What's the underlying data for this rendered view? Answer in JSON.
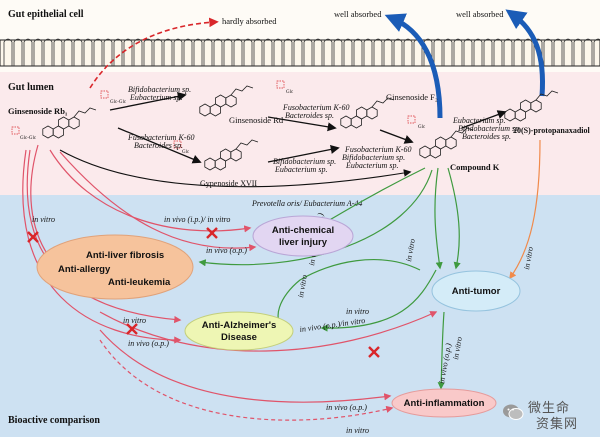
{
  "regions": {
    "epithelium": "Gut epithelial cell",
    "lumen": "Gut lumen",
    "bioactive": "Bioactive comparison"
  },
  "absorption": {
    "hardly": "hardly absorbed",
    "well_1": "well absorbed",
    "well_2": "well absorbed"
  },
  "compounds": {
    "rb1": "Ginsenoside Rb₁",
    "rd": "Ginsenoside Rd",
    "f2": "Ginsenoside F₂",
    "gxvii": "Gypenoside XVII",
    "ck": "Compound K",
    "ppd": "20(S)-protopanaxadiol"
  },
  "sugar_labels": {
    "glc": "Glc",
    "glc_glc": "Glc-Glc"
  },
  "bacteria_labels": {
    "rb1_rd": [
      "Bifidobacterium sp.",
      "Eubacterium sp."
    ],
    "rb1_gxvii": [
      "Fusobacterium K-60",
      "Bacteroides sp."
    ],
    "rd_f2": [
      "Fusobacterium K-60",
      "Bacteroides sp."
    ],
    "gxvii_ck": [
      "Bifidobacterium sp.",
      "Eubacterium sp."
    ],
    "f2_ck": [
      "Fusobacterium K-60",
      "Bifidobacterium sp.",
      "Eubacterium sp."
    ],
    "ck_ppd": [
      "Eubacterium sp.",
      "Bifidobacterium sp.",
      "Bacteroides sp."
    ],
    "rb1_ck": "Prevotella oris/ Eubacterium A-44"
  },
  "activities": {
    "liver_fibrosis": "Anti-liver fibrosis",
    "allergy": "Anti-allergy",
    "leukemia": "Anti-leukemia",
    "chemical_liver": [
      "Anti-chemical",
      "liver injury"
    ],
    "alzheimer": [
      "Anti-Alzheimer's",
      "Disease"
    ],
    "tumor": "Anti-tumor",
    "inflammation": "Anti-inflammation"
  },
  "edge_labels": {
    "in_vitro": "in vitro",
    "in_vivo_ip_in_vitro": "in vivo (i.p.)/ in vitro",
    "in_vivo_op": "in vivo (o.p.)",
    "in_vivo_ip_op": "in vivo (i.p./o.p.)",
    "in_vivo_op_in_vitro": "in vivo (o.p.)/in vitro"
  },
  "watermark": {
    "line1": "微生命",
    "line2": "资集网"
  },
  "colors": {
    "lumen_bg": "#fbeaec",
    "bioactive_bg": "#cde1f2",
    "epithelium_fill": "#fdf7ec",
    "well_absorbed_arrow": "#1b5cb7",
    "hardly_absorbed_arrow": "#d9262a",
    "rb1_edges": "#e0546a",
    "ck_edges": "#3f9a3f",
    "ppd_edges": "#f08a4b",
    "blocked_mark": "#d9262a",
    "liver_node": "#f6c39c",
    "chem_node": "#e2d6f2",
    "alzheimer_node": "#eef6b4",
    "tumor_node": "#d4ecf8",
    "inflammation_node": "#f9c9c9"
  }
}
